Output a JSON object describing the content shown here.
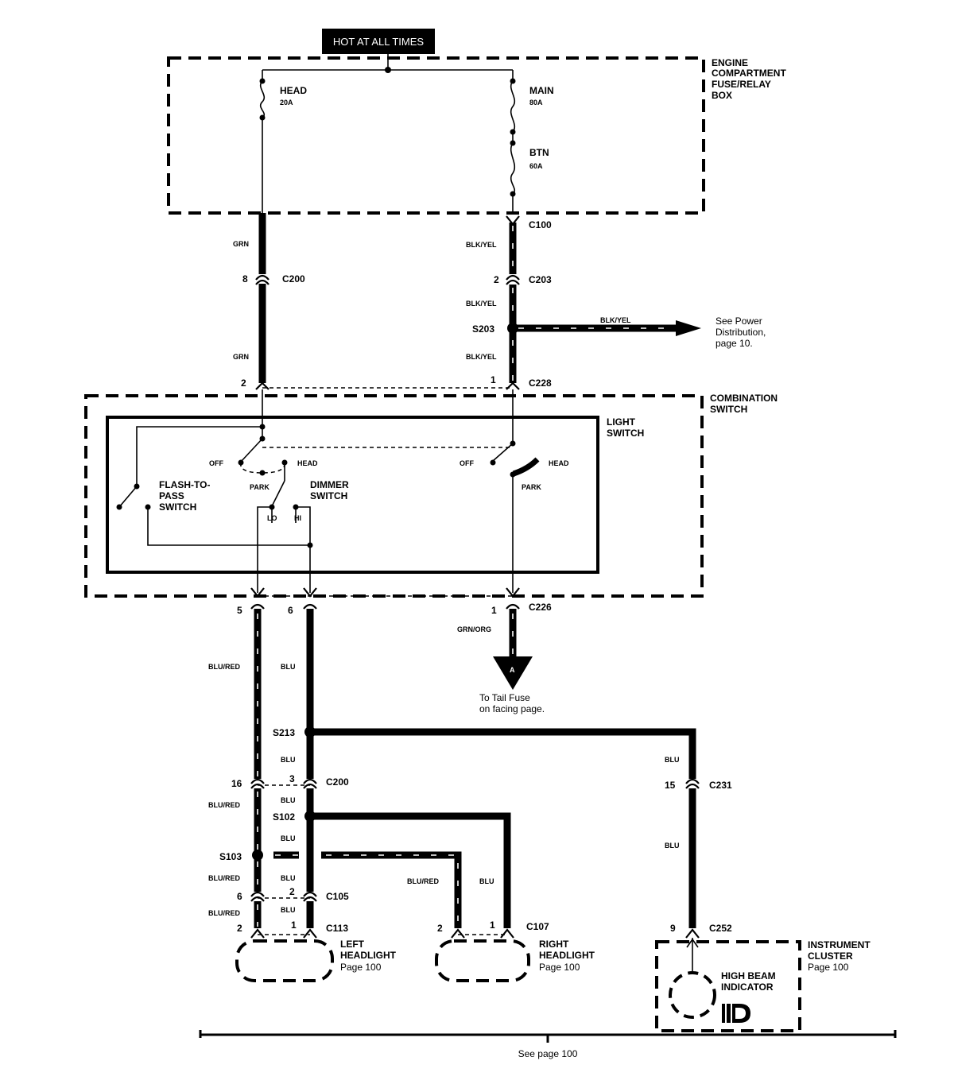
{
  "header": {
    "power_source": "HOT AT ALL TIMES"
  },
  "fuse_box": {
    "title_lines": [
      "ENGINE",
      "COMPARTMENT",
      "FUSE/RELAY",
      "BOX"
    ],
    "fuses": [
      {
        "name": "HEAD",
        "rating": "20A"
      },
      {
        "name": "MAIN",
        "rating": "80A"
      },
      {
        "name": "BTN",
        "rating": "60A"
      }
    ]
  },
  "connectors": {
    "c100": "C100",
    "c200_top": "C200",
    "c203": "C203",
    "s203": "S203",
    "c228": "C228",
    "c226": "C226",
    "s213": "S213",
    "c200_mid": "C200",
    "s102": "S102",
    "s103": "S103",
    "c105": "C105",
    "c113": "C113",
    "c107": "C107",
    "c231": "C231",
    "c252": "C252"
  },
  "pins": {
    "c200_top": "8",
    "c203": "2",
    "c228_left": "2",
    "c228_right": "1",
    "c226_5": "5",
    "c226_6": "6",
    "c226_1": "1",
    "c200_16": "16",
    "c200_3": "3",
    "c105_6": "6",
    "c105_2": "2",
    "c113_2": "2",
    "c113_1": "1",
    "c107_2": "2",
    "c107_1": "1",
    "c231": "15",
    "c252": "9"
  },
  "wires": {
    "grn_1": "GRN",
    "grn_2": "GRN",
    "blkyel_1": "BLK/YEL",
    "blkyel_2": "BLK/YEL",
    "blkyel_3": "BLK/YEL",
    "blkyel_branch": "BLK/YEL",
    "grnorg": "GRN/ORG",
    "blured_1": "BLU/RED",
    "blu_1": "BLU",
    "blu_s213": "BLU",
    "blured_2": "BLU/RED",
    "blu_c200": "BLU",
    "blu_s102": "BLU",
    "blured_3": "BLU/RED",
    "blu_s103": "BLU",
    "blured_4": "BLU/RED",
    "blu_c105": "BLU",
    "blured_right": "BLU/RED",
    "blu_right": "BLU",
    "blu_c231_top": "BLU",
    "blu_c231_bottom": "BLU"
  },
  "notes": {
    "power_dist": [
      "See Power",
      "Distribution,",
      "page 10."
    ],
    "tail_fuse": [
      "To Tail Fuse",
      "on facing page."
    ],
    "tail_marker": "A",
    "see_page": "See page 100"
  },
  "combination_switch": {
    "title_lines": [
      "COMBINATION",
      "SWITCH"
    ],
    "light_switch_lines": [
      "LIGHT",
      "SWITCH"
    ],
    "off_left": "OFF",
    "head_left": "HEAD",
    "park_left": "PARK",
    "off_right": "OFF",
    "head_right": "HEAD",
    "park_right": "PARK",
    "flash_lines": [
      "FLASH-TO-",
      "PASS",
      "SWITCH"
    ],
    "dimmer_lines": [
      "DIMMER",
      "SWITCH"
    ],
    "lo": "LO",
    "hi": "HI"
  },
  "components": {
    "left_headlight": {
      "lines": [
        "LEFT",
        "HEADLIGHT"
      ],
      "page": "Page 100"
    },
    "right_headlight": {
      "lines": [
        "RIGHT",
        "HEADLIGHT"
      ],
      "page": "Page 100"
    },
    "instrument_cluster": {
      "lines": [
        "INSTRUMENT",
        "CLUSTER"
      ],
      "page": "Page 100"
    },
    "high_beam": {
      "lines": [
        "HIGH BEAM",
        "INDICATOR"
      ]
    }
  }
}
